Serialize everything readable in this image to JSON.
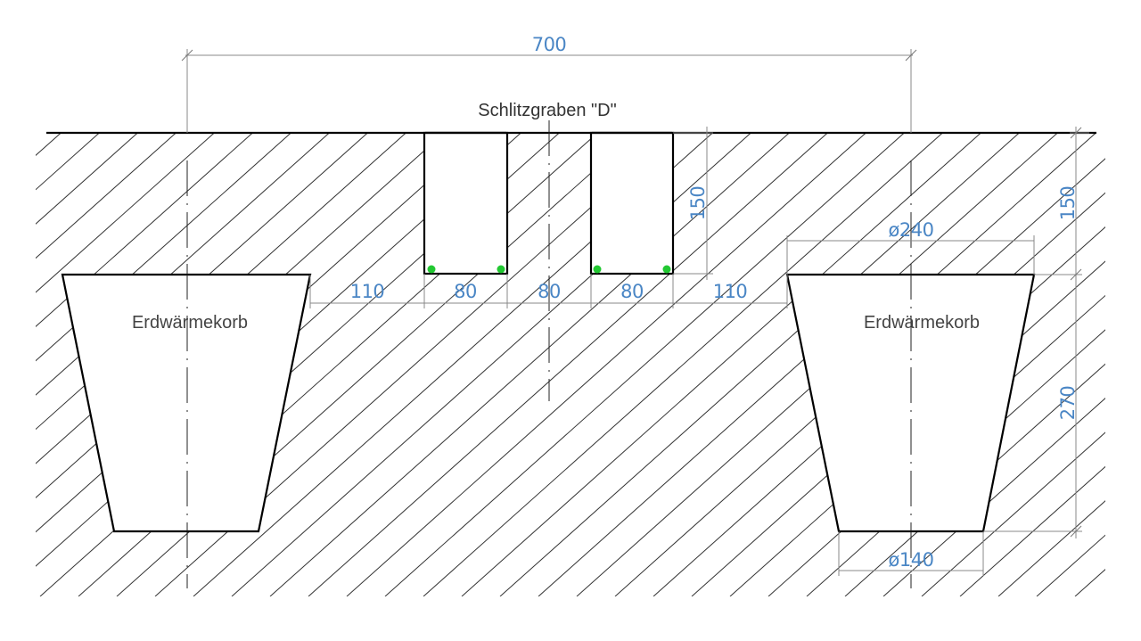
{
  "title": "Schlitzgraben \"D\"",
  "labels": {
    "basket_left": "Erdwärmekorb",
    "basket_right": "Erdwärmekorb"
  },
  "dimensions": {
    "overall_width": "700",
    "offset_left": "110",
    "trench_width_left": "80",
    "gap_between_trenches": "80",
    "trench_width_right": "80",
    "offset_right": "110",
    "trench_depth": "150",
    "basket_top_depth": "150",
    "basket_height": "270",
    "basket_top_diameter": "ø240",
    "basket_bottom_diameter": "ø140"
  },
  "colors": {
    "pipe": "#22c832",
    "dimension_text": "#4a86c5",
    "hatch": "#333333"
  }
}
